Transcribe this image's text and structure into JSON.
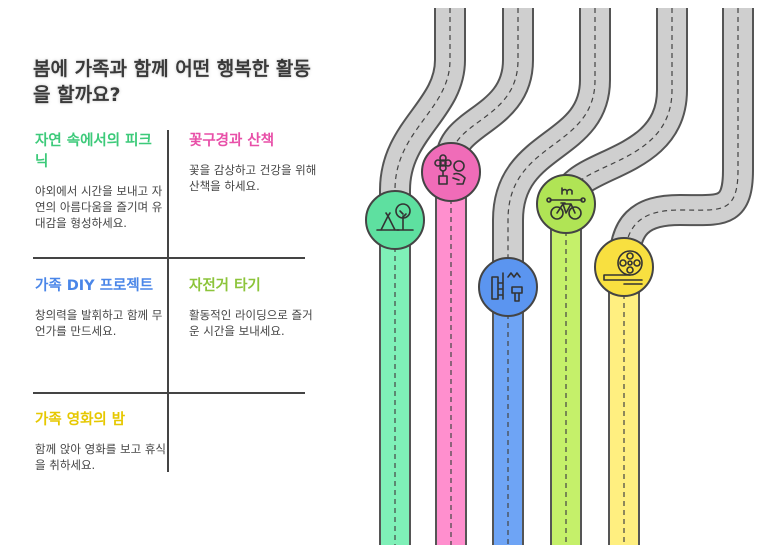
{
  "title": "봄에 가족과 함께 어떤 행복한 활동을 할까요?",
  "activities": [
    {
      "title": "자연 속에서의 피크닉",
      "description": "야외에서 시간을 보내고 자연의 아름다움을 즐기며 유대감을 형성하세요.",
      "color": "#3dca7a",
      "icon": "tent-tree-icon"
    },
    {
      "title": "꽃구경과 산책",
      "description": "꽃을 감상하고 건강을 위해 산책을 하세요.",
      "color": "#e84fa8",
      "icon": "flower-person-icon"
    },
    {
      "title": "가족 DIY 프로젝트",
      "description": "창의력을 발휘하고 함께 무언가를 만드세요.",
      "color": "#4a86e8",
      "icon": "paint-brush-icon"
    },
    {
      "title": "자전거 타기",
      "description": "활동적인 라이딩으로 즐거운 시간을 보내세요.",
      "color": "#8cc43a",
      "icon": "bicycle-icon"
    },
    {
      "title": "가족 영화의 밤",
      "description": "함께 앉아 영화를 보고 휴식을 취하세요.",
      "color": "#e6c800",
      "icon": "film-reel-icon"
    }
  ]
}
